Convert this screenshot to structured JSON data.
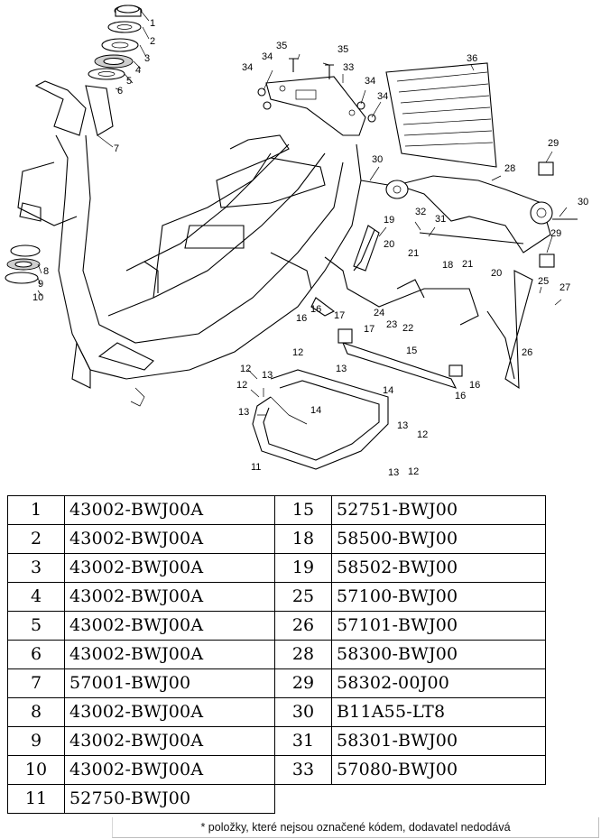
{
  "callouts": [
    "1",
    "2",
    "3",
    "4",
    "5",
    "6",
    "7",
    "8",
    "9",
    "10",
    "11",
    "12",
    "13",
    "14",
    "15",
    "16",
    "17",
    "18",
    "19",
    "20",
    "21",
    "22",
    "23",
    "24",
    "25",
    "26",
    "27",
    "28",
    "29",
    "30",
    "31",
    "32",
    "33",
    "34",
    "35",
    "36"
  ],
  "parts_left": [
    {
      "no": "1",
      "code": "43002-BWJ00A"
    },
    {
      "no": "2",
      "code": "43002-BWJ00A"
    },
    {
      "no": "3",
      "code": "43002-BWJ00A"
    },
    {
      "no": "4",
      "code": "43002-BWJ00A"
    },
    {
      "no": "5",
      "code": "43002-BWJ00A"
    },
    {
      "no": "6",
      "code": "43002-BWJ00A"
    },
    {
      "no": "7",
      "code": "57001-BWJ00"
    },
    {
      "no": "8",
      "code": "43002-BWJ00A"
    },
    {
      "no": "9",
      "code": "43002-BWJ00A"
    },
    {
      "no": "10",
      "code": "43002-BWJ00A"
    },
    {
      "no": "11",
      "code": "52750-BWJ00"
    }
  ],
  "parts_right": [
    {
      "no": "15",
      "code": "52751-BWJ00"
    },
    {
      "no": "18",
      "code": "58500-BWJ00"
    },
    {
      "no": "19",
      "code": "58502-BWJ00"
    },
    {
      "no": "25",
      "code": "57100-BWJ00"
    },
    {
      "no": "26",
      "code": "57101-BWJ00"
    },
    {
      "no": "28",
      "code": "58300-BWJ00"
    },
    {
      "no": "29",
      "code": "58302-00J00"
    },
    {
      "no": "30",
      "code": "B11A55-LT8"
    },
    {
      "no": "31",
      "code": "58301-BWJ00"
    },
    {
      "no": "33",
      "code": "57080-BWJ00"
    }
  ],
  "footnote": "* položky, které nejsou označené kódem, dodavatel nedodává"
}
